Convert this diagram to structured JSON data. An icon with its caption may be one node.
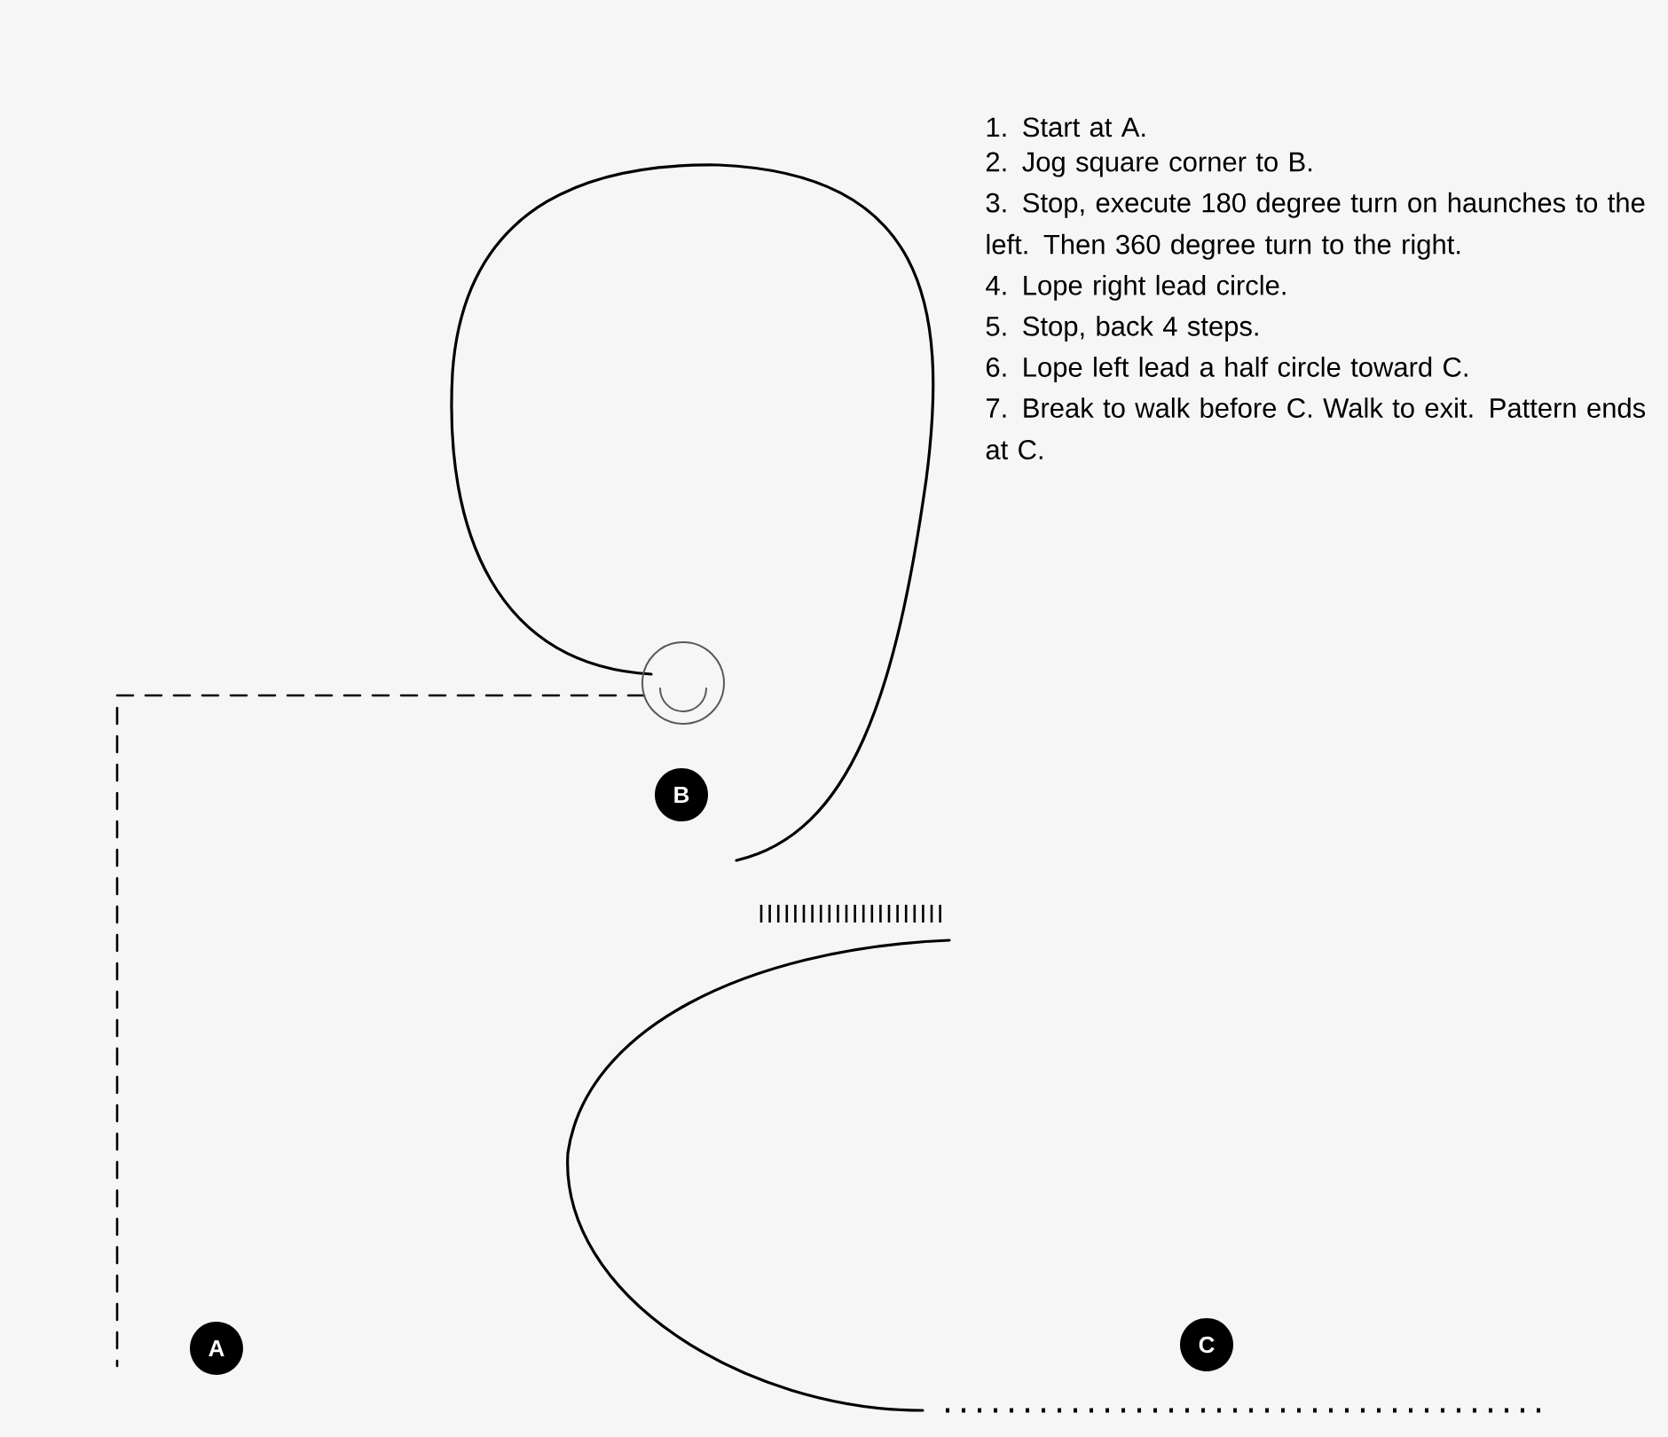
{
  "diagram": {
    "nodes": [
      {
        "text": [
          "B"
        ]
      },
      {
        "text": [
          "A"
        ]
      },
      {
        "text": [
          "C"
        ]
      }
    ],
    "labels": [
      "1. Start at A.",
      "2. Jog square corner to B.",
      "3. Stop, execute 180 degree turn on haunches to the left. Then 360 degree turn to the right.",
      "4. Lope right lead circle.",
      "5. Stop, back 4 steps.",
      "6. Lope left lead a half circle toward C.",
      "7. Break to walk before C. Walk to exit. Pattern ends at C."
    ]
  }
}
